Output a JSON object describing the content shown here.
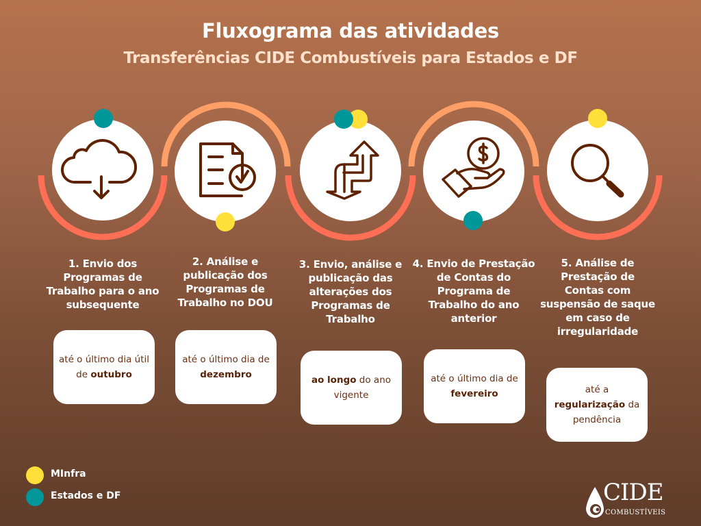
{
  "header": {
    "title": "Fluxograma das atividades",
    "subtitle": "Transferências CIDE Combustíveis para Estados e DF"
  },
  "colors": {
    "background_top": "#b5724c",
    "background_bottom": "#5e3c29",
    "arc_top": "#ff9f68",
    "arc_bottom": "#ff6f55",
    "icon_stroke": "#5e2200",
    "minfra_dot": "#ffe03a",
    "estados_dot": "#00979b"
  },
  "steps": [
    {
      "icon": "cloud-download-icon",
      "title_lines": [
        "1. Envio dos",
        "Programas de",
        "Trabalho para o ano",
        "subsequente"
      ],
      "deadline": {
        "pre": "até o último dia útil de ",
        "bold": "outubro",
        "post": ""
      },
      "responsible": [
        "Estados e DF"
      ]
    },
    {
      "icon": "document-check-icon",
      "title_lines": [
        "2. Análise e",
        "publicação dos",
        "Programas de",
        "Trabalho no DOU"
      ],
      "deadline": {
        "pre": "até o último dia de ",
        "bold": "dezembro",
        "post": ""
      },
      "responsible": [
        "MInfra"
      ]
    },
    {
      "icon": "exchange-arrows-icon",
      "title_lines": [
        "3. Envio, análise e",
        "publicação das",
        "alterações dos",
        "Programas de",
        "Trabalho"
      ],
      "deadline": {
        "pre": "",
        "bold": "ao longo",
        "post": " do ano vigente"
      },
      "responsible": [
        "Estados e DF",
        "MInfra"
      ]
    },
    {
      "icon": "hand-coin-icon",
      "title_lines": [
        "4. Envio de Prestação",
        "de Contas do",
        "Programa de",
        "Trabalho do ano",
        "anterior"
      ],
      "deadline": {
        "pre": "até o último dia de ",
        "bold": "fevereiro",
        "post": ""
      },
      "responsible": [
        "Estados e DF"
      ]
    },
    {
      "icon": "magnifier-icon",
      "title_lines": [
        "5. Análise de",
        "Prestação de",
        "Contas com",
        "suspensão de saque",
        "em caso de",
        "irregularidade"
      ],
      "deadline": {
        "pre": "até a ",
        "bold": "regularização",
        "post": " da pendência"
      },
      "responsible": [
        "MInfra"
      ]
    }
  ],
  "legend": [
    {
      "label": "MInfra",
      "color": "#ffe03a"
    },
    {
      "label": "Estados e DF",
      "color": "#00979b"
    }
  ],
  "logo": {
    "main": "CIDE",
    "sub": "COMBUSTÍVEIS"
  }
}
